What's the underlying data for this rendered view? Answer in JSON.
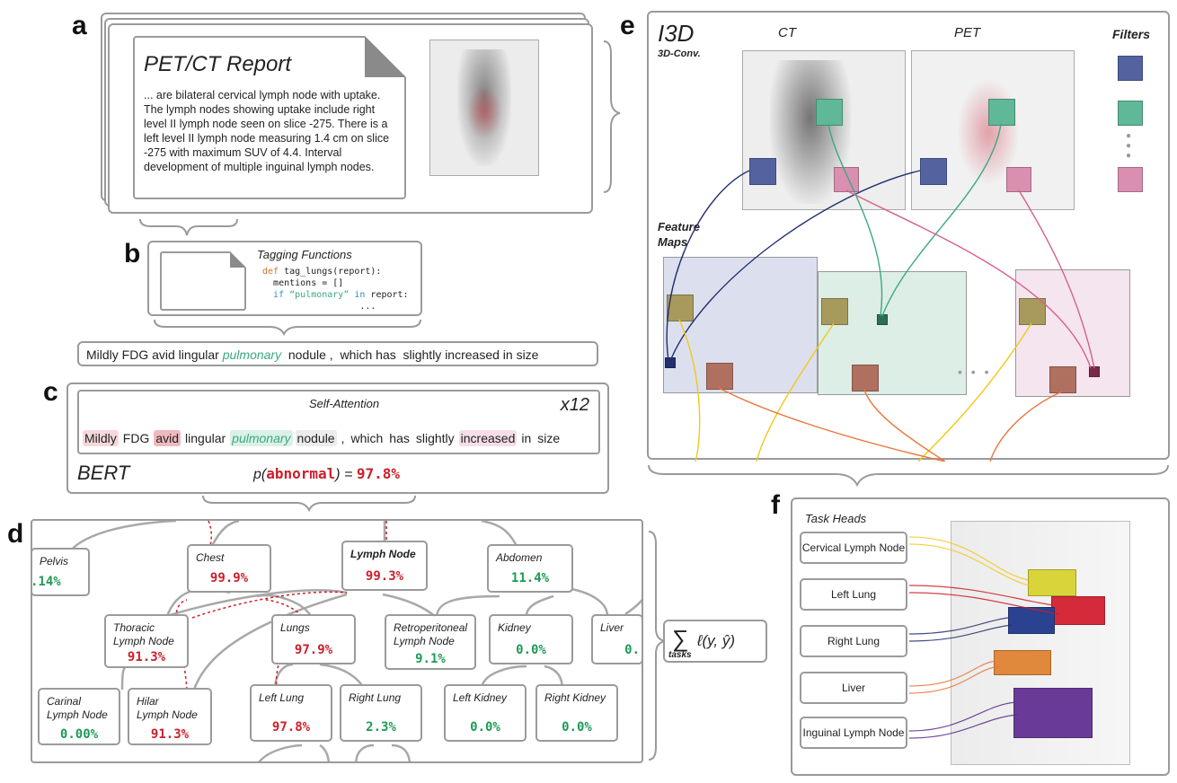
{
  "panels": {
    "a": "a",
    "b": "b",
    "c": "c",
    "d": "d",
    "e": "e",
    "f": "f"
  },
  "report": {
    "title": "PET/CT Report",
    "text": "... are bilateral cervical lymph node with uptake.  The lymph nodes showing  uptake include right level II lymph node seen on slice  -275.  There is a left level II  lymph node measuring 1.4 cm on slice -275 with maximum SUV of 4.4.  Interval development of multiple inguinal lymph nodes."
  },
  "tagging": {
    "title": "Tagging Functions",
    "code": {
      "kw_def": "def",
      "fn": " tag_lungs(report):",
      "line2": "mentions = []",
      "kw_if": "if",
      "str": " “pulmonary”",
      "kw_in": " in",
      "rest": " report:",
      "ellipsis": "..."
    }
  },
  "sentence": {
    "pre": "Mildly FDG avid lingular ",
    "highlight": "pulmonary",
    "post": "  nodule ,  which has  slightly increased in size"
  },
  "bert": {
    "self_attention": "Self-Attention",
    "repeat": "x12",
    "tokens": [
      "Mildly",
      "FDG",
      "avid",
      "lingular",
      "pulmonary",
      "nodule",
      ",",
      "which",
      "has",
      "slightly",
      "increased",
      "in",
      "size"
    ],
    "label": "BERT",
    "prob_prefix": "p(",
    "prob_word": "abnormal",
    "prob_suffix": ") = ",
    "prob_value": "97.8%"
  },
  "tree": {
    "nodes": [
      {
        "id": "pelvis",
        "name": "Pelvis",
        "value": ".14%",
        "color": "green"
      },
      {
        "id": "chest",
        "name": "Chest",
        "value": "99.9%",
        "color": "red"
      },
      {
        "id": "lymph",
        "name": "Lymph Node",
        "value": "99.3%",
        "color": "red"
      },
      {
        "id": "abdomen",
        "name": "Abdomen",
        "value": "11.4%",
        "color": "green"
      },
      {
        "id": "thoracic",
        "name": "Thoracic\nLymph Node",
        "value": "91.3%",
        "color": "red"
      },
      {
        "id": "lungs",
        "name": "Lungs",
        "value": "97.9%",
        "color": "red"
      },
      {
        "id": "retro",
        "name": "Retroperitoneal\nLymph Node",
        "value": "9.1%",
        "color": "green"
      },
      {
        "id": "kidney",
        "name": "Kidney",
        "value": "0.0%",
        "color": "green"
      },
      {
        "id": "liver",
        "name": "Liver",
        "value": "0.",
        "color": "green"
      },
      {
        "id": "carinal",
        "name": "Carinal\nLymph Node",
        "value": "0.00%",
        "color": "green"
      },
      {
        "id": "hilar",
        "name": "Hilar\nLymph Node",
        "value": "91.3%",
        "color": "red"
      },
      {
        "id": "leftlung",
        "name": "Left Lung",
        "value": "97.8%",
        "color": "red"
      },
      {
        "id": "rightlung",
        "name": "Right Lung",
        "value": "2.3%",
        "color": "green"
      },
      {
        "id": "leftkidney",
        "name": "Left Kidney",
        "value": "0.0%",
        "color": "green"
      },
      {
        "id": "rightkidney",
        "name": "Right Kidney",
        "value": "0.0%",
        "color": "green"
      }
    ]
  },
  "loss": {
    "sum": "∑",
    "sub": "tasks",
    "expr": "ℓ(y, ŷ)"
  },
  "i3d": {
    "title": "I3D",
    "subtitle": "3D-Conv.",
    "ct": "CT",
    "pet": "PET",
    "filters": "Filters",
    "feature_maps": "Feature\nMaps",
    "dots": "• • •"
  },
  "task_heads": {
    "title": "Task Heads",
    "items": [
      "Cervical Lymph Node",
      "Left Lung",
      "Right Lung",
      "Liver",
      "Inguinal Lymph Node"
    ]
  },
  "colors": {
    "red": "#cc1f2a",
    "green": "#1f9a55",
    "navy": "#22306e",
    "teal": "#3aa882",
    "pink": "#d4608f",
    "yellow": "#f2c81a",
    "orange": "#e8763a",
    "purple": "#5b2a86"
  }
}
